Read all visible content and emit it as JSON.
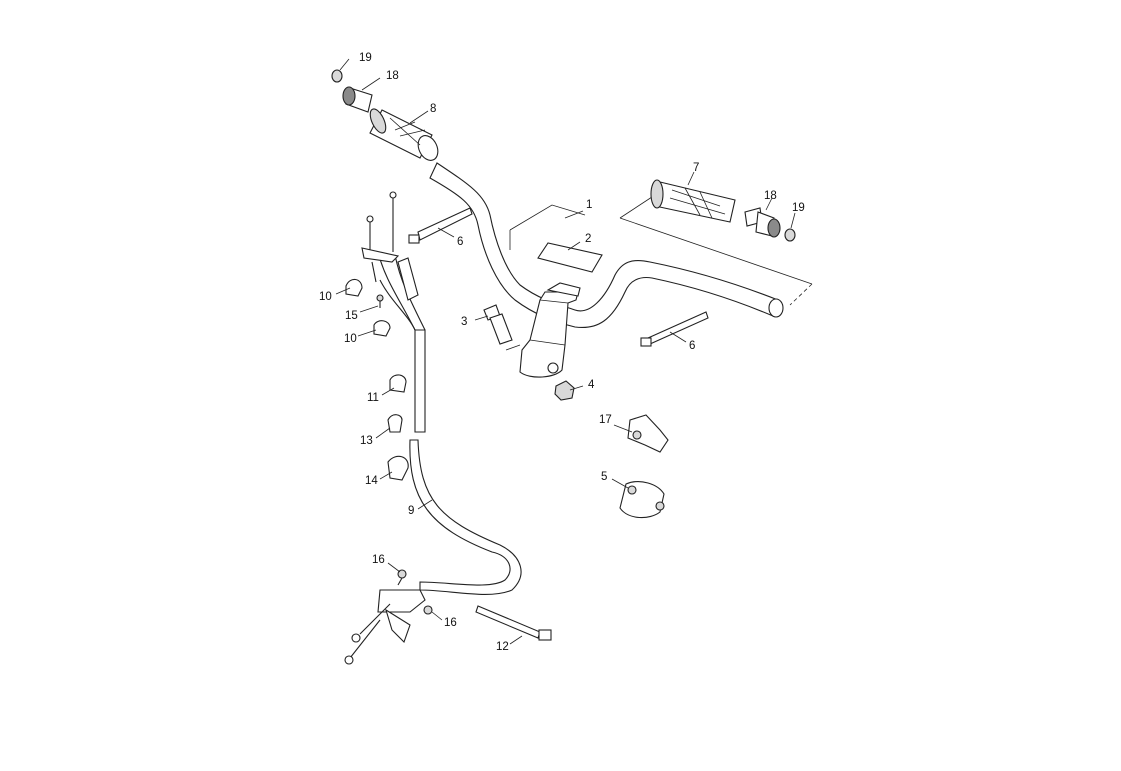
{
  "callouts": {
    "c1": "1",
    "c2": "2",
    "c3": "3",
    "c4": "4",
    "c5": "5",
    "c6a": "6",
    "c6b": "6",
    "c7": "7",
    "c8": "8",
    "c9": "9",
    "c10a": "10",
    "c10b": "10",
    "c11": "11",
    "c12": "12",
    "c13": "13",
    "c14": "14",
    "c15": "15",
    "c16a": "16",
    "c16b": "16",
    "c17": "17",
    "c18a": "18",
    "c18b": "18",
    "c19a": "19",
    "c19b": "19"
  }
}
